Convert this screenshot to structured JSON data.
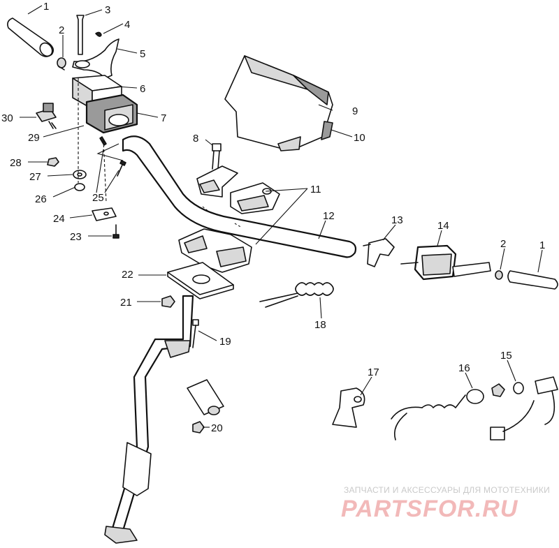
{
  "callouts": [
    {
      "id": "c1a",
      "label": "1"
    },
    {
      "id": "c2a",
      "label": "2"
    },
    {
      "id": "c3",
      "label": "3"
    },
    {
      "id": "c4",
      "label": "4"
    },
    {
      "id": "c5",
      "label": "5"
    },
    {
      "id": "c6",
      "label": "6"
    },
    {
      "id": "c7",
      "label": "7"
    },
    {
      "id": "c8",
      "label": "8"
    },
    {
      "id": "c9",
      "label": "9"
    },
    {
      "id": "c10",
      "label": "10"
    },
    {
      "id": "c11",
      "label": "11"
    },
    {
      "id": "c12",
      "label": "12"
    },
    {
      "id": "c13",
      "label": "13"
    },
    {
      "id": "c14",
      "label": "14"
    },
    {
      "id": "c2b",
      "label": "2"
    },
    {
      "id": "c1b",
      "label": "1"
    },
    {
      "id": "c15",
      "label": "15"
    },
    {
      "id": "c16",
      "label": "16"
    },
    {
      "id": "c17",
      "label": "17"
    },
    {
      "id": "c18",
      "label": "18"
    },
    {
      "id": "c19",
      "label": "19"
    },
    {
      "id": "c20",
      "label": "20"
    },
    {
      "id": "c21",
      "label": "21"
    },
    {
      "id": "c22",
      "label": "22"
    },
    {
      "id": "c23",
      "label": "23"
    },
    {
      "id": "c24",
      "label": "24"
    },
    {
      "id": "c25",
      "label": "25"
    },
    {
      "id": "c26",
      "label": "26"
    },
    {
      "id": "c27",
      "label": "27"
    },
    {
      "id": "c28",
      "label": "28"
    },
    {
      "id": "c29",
      "label": "29"
    },
    {
      "id": "c30",
      "label": "30"
    }
  ],
  "watermark": {
    "tagline": "ЗАПЧАСТИ И АКСЕССУАРЫ ДЛЯ МОТОТЕХНИКИ",
    "brand": "PARTSFOR.RU"
  },
  "colors": {
    "line": "#111111",
    "watermark_brand": "#f2b9b9",
    "watermark_tagline": "#c9c9c9"
  }
}
